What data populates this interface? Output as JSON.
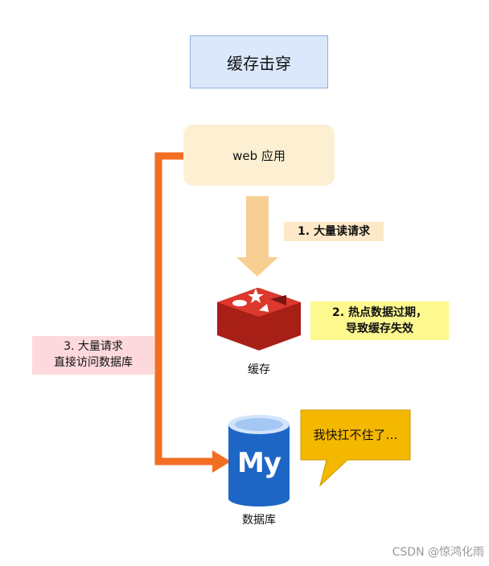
{
  "title": "缓存击穿",
  "web_app": "web 应用",
  "step1": "1. 大量读请求",
  "step2_line1": "2. 热点数据过期，",
  "step2_line2": "导致缓存失效",
  "step3_line1": "3. 大量请求",
  "step3_line2": "直接访问数据库",
  "cache_label": "缓存",
  "db_label": "数据库",
  "db_logo_text": "My",
  "speech": "我快扛不住了…",
  "watermark": "CSDN @惊鸿化雨",
  "icons": [
    "redis-icon",
    "mysql-icon"
  ],
  "colors": {
    "title_bg": "#dbe8fb",
    "web_bg": "#fdf0d2",
    "down_arrow": "#f7cf93",
    "orange_path": "#f26e22",
    "redis_red": "#d82c20",
    "db_blue": "#1d66c6",
    "speech_bg": "#f5b800",
    "step2_bg": "#fdf98f",
    "step3_bg": "#fdd9dd"
  }
}
